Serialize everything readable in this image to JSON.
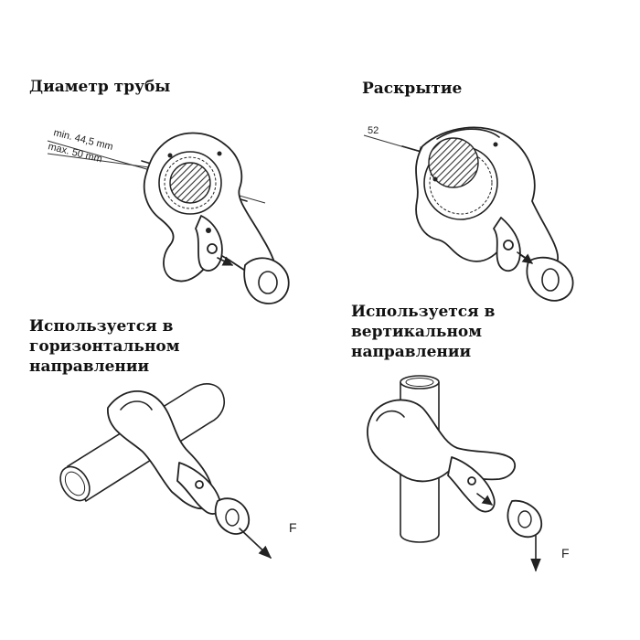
{
  "panels": {
    "diameter": {
      "title": "Диаметр трубы",
      "dim_min": "min. 44,5 mm",
      "dim_max": "max. 50 mm"
    },
    "opening": {
      "title": "Раскрытие",
      "dim_value": "52"
    },
    "horizontal": {
      "title_line1": "Используется в",
      "title_line2": "горизонтальном",
      "title_line3": "направлении",
      "force_label": "F"
    },
    "vertical": {
      "title_line1": "Используется в",
      "title_line2": "вертикальном",
      "title_line3": "направлении",
      "force_label": "F"
    }
  }
}
